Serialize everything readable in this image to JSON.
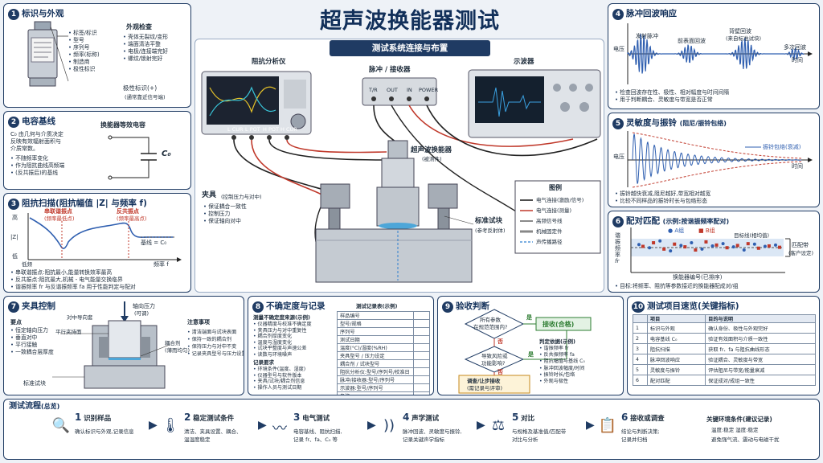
{
  "title": "超声波换能器测试",
  "center": {
    "banner": "测试系统连接与布置",
    "analyzer": "阻抗分析仪",
    "pulser": "脉冲 / 接收器",
    "scope": "示波器",
    "transducer": "超声波换能器",
    "transducer_sub": "(被测件)",
    "fixture": "夹具",
    "fixture_sub": "(控制压力与对中)",
    "fixture_items": [
      "保证耦合一致性",
      "控制压力",
      "保证轴向对中"
    ],
    "block": "标准试块",
    "block_sub": "(参考反射体)",
    "legend_title": "图例",
    "legend": [
      "电气连接(激励/信号)",
      "电气连接(测量)",
      "高频信号线",
      "机械固定件",
      "声传播路径"
    ],
    "ports_analyzer": [
      "L CUR",
      "L POT",
      "H POT",
      "H CUR"
    ],
    "ports_pulser": [
      "T/R",
      "OUT",
      "IN",
      "POWER"
    ]
  },
  "p1": {
    "title": "标识与外观",
    "labels": [
      "标签/标识",
      "型号",
      "序列号",
      "频率(标称)",
      "制造商",
      "极性标识"
    ],
    "check_title": "外观检查",
    "checks": [
      "壳体无裂纹/变形",
      "端面清洁平整",
      "电极/连接端完好",
      "螺纹/锁射完好"
    ],
    "polarity": "极性标识(+)",
    "polarity_sub": "(通常靠近信号端)"
  },
  "p2": {
    "title": "电容基线",
    "desc": [
      "C₀ 由几何与介质决定",
      "反映有效辐射面积与",
      "介质常数。"
    ],
    "items": [
      "不随频率变化",
      "作为阻抗曲线高频端",
      "(反共振后)的基线"
    ],
    "circuit_title": "换能器等效电容",
    "c0": "C₀"
  },
  "p3": {
    "title": "阻抗扫描(阻抗幅值 |Z| 与频率 f)",
    "series": "串联谐振点",
    "series_sub": "(频率最低点)",
    "parallel": "反共振点",
    "parallel_sub": "(频率最高点)",
    "ylabel": "|Z|",
    "high": "高",
    "low": "低",
    "xlabel": "频率 f",
    "baseline": "基线 = C₀",
    "lowfreq": "低频",
    "notes": [
      "串联谐振点:阻抗最小,能量转换效率最高",
      "反共振点:阻抗最大,机械 - 电气能量交换临界",
      "谐振频率 fr 与反谐振频率 fa 用于性能判定与配对"
    ]
  },
  "p4": {
    "title": "脉冲回波响应",
    "ylabel": "电压",
    "xlabel": "时间",
    "labels": [
      "发射脉冲",
      "前表面回波",
      "背壁回波",
      "(来自标准试块)",
      "多次回波"
    ],
    "notes": [
      "检查回波存在性、极性、相对幅度与时间间隔",
      "用于判断耦合、灵敏度与带宽是否正常"
    ]
  },
  "p5": {
    "title": "灵敏度与振铃",
    "title_sub": "(阻尼/振铃包络)",
    "ylabel": "电压",
    "xlabel": "时间",
    "envelope": "振铃包络(衰减)",
    "notes": [
      "振铃越快衰减,阻尼越好,带宽相对越宽",
      "比较不同样品的振铃时长与包络形态"
    ]
  },
  "p6": {
    "title": "配对匹配",
    "title_sub": "(示例:按谐振频率配对)",
    "ylabel": [
      "谐",
      "振",
      "频",
      "率"
    ],
    "ylabel_sym": "fr",
    "group_a": "A组",
    "group_b": "B组",
    "target": "目标线(相均值)",
    "band": "匹配带",
    "band_sub": "(客户设定)",
    "xlabel": "换能器编号(已排序)",
    "note": "目标:将频率、阻抗等参数接近的换能器配成对/组",
    "pairs": [
      {
        "a": 0.62,
        "b": 0.58
      },
      {
        "a": 0.55,
        "b": 0.66
      },
      {
        "a": 0.7,
        "b": 0.52
      },
      {
        "a": 0.48,
        "b": 0.63
      },
      {
        "a": 0.6,
        "b": 0.57
      },
      {
        "a": 0.66,
        "b": 0.5
      },
      {
        "a": 0.52,
        "b": 0.68
      },
      {
        "a": 0.59,
        "b": 0.61
      },
      {
        "a": 0.64,
        "b": 0.55
      },
      {
        "a": 0.57,
        "b": 0.6
      },
      {
        "a": 0.5,
        "b": 0.64
      },
      {
        "a": 0.63,
        "b": 0.54
      },
      {
        "a": 0.58,
        "b": 0.59
      },
      {
        "a": 0.61,
        "b": 0.56
      }
    ]
  },
  "p7": {
    "title": "夹具控制",
    "force": "轴向压力",
    "force_sub": "(可调)",
    "center": "对中导向套",
    "points_title": "要点",
    "points": [
      "恒定轴向压力",
      "垂直对中",
      "平行接触",
      "一致耦合层厚度"
    ],
    "clamp": "平行夹持面",
    "couplant": "耦合剂",
    "couplant_sub": "(薄而均匀)",
    "block": "标准试块",
    "caution_title": "注意事项",
    "cautions": [
      "清洁端面与试块表面",
      "保持一致的耦合剂",
      "保持压力与对中不变",
      "记录夹具型号与压力设置"
    ]
  },
  "p8": {
    "title": "不确定度与记录",
    "src_title": "测量不确定度来源(示例)",
    "sources": [
      "仪器精度与校准不确定度",
      "夹具压力与对中重复性",
      "耦合剂厚度变化",
      "温度与湿度变化",
      "试块平整度与声速公差",
      "读数与环境噪声"
    ],
    "rec_title": "记录要求",
    "records": [
      "环境条件(温度、湿度)",
      "仪器型号与软件版本",
      "夹具/试块/耦合剂信息",
      "操作人员与测试日期"
    ],
    "table_title": "测试记录表(示例)",
    "table": [
      {
        "k": "样品编号",
        "v": ""
      },
      {
        "k": "型号/规格",
        "v": ""
      },
      {
        "k": "序列号",
        "v": ""
      },
      {
        "k": "测试日期",
        "v": ""
      },
      {
        "k": "温度(°C)/湿度(%RH)",
        "v": ""
      },
      {
        "k": "夹具型号 / 压力设定",
        "v": ""
      },
      {
        "k": "耦合剂 / 试块型号",
        "v": ""
      },
      {
        "k": "阻抗分析仪:型号/序列号/校准日",
        "v": ""
      },
      {
        "k": "脉冲/接收器:型号/序列号",
        "v": ""
      },
      {
        "k": "示波器:型号/序列号",
        "v": ""
      },
      {
        "k": "备注",
        "v": ""
      }
    ]
  },
  "p9": {
    "title": "验收判断",
    "q1": "所有参数",
    "q1b": "在规范范围内?",
    "yes": "是",
    "no": "否",
    "accept": "接收(合格)",
    "q2": "导致风险或",
    "q2b": "功能影响?",
    "reject": "调查/让步接收",
    "reject_sub": "(需记录与评审)",
    "basis_title": "判定依据(示例)",
    "basis": [
      "谐振频率 fr",
      "反共振频率 fa",
      "阻抗幅值与基线 C₀",
      "脉冲回波幅度/时间",
      "振铃时长/包络",
      "外观与极性"
    ]
  },
  "p10": {
    "title": "测试项目速览(关键指标)",
    "head": [
      "项目",
      "目的与说明"
    ],
    "rows": [
      {
        "n": "1",
        "item": "标识与外观",
        "desc": "确认身份、极性与外观完好"
      },
      {
        "n": "2",
        "item": "电容基线 C₀",
        "desc": "验证有效面积与介质一致性"
      },
      {
        "n": "3",
        "item": "阻抗扫描",
        "desc": "获取 fr、fa 与阻抗曲线形态"
      },
      {
        "n": "4",
        "item": "脉冲回波响应",
        "desc": "验证耦合、灵敏度与带宽"
      },
      {
        "n": "5",
        "item": "灵敏度与振铃",
        "desc": "评估阻尼与带宽/能量衰减"
      },
      {
        "n": "6",
        "item": "配对匹配",
        "desc": "保证成对/成组一致性"
      }
    ]
  },
  "flow": {
    "title": "测试流程",
    "title_sub": "(总览)",
    "steps": [
      {
        "n": "1",
        "t": "识别样品",
        "d": "确认标识与外观,记录信息",
        "d2": ""
      },
      {
        "n": "2",
        "t": "稳定测试条件",
        "d": "清洁、夹具设置、耦合、",
        "d2": "温湿度稳定"
      },
      {
        "n": "3",
        "t": "电气测试",
        "d": "电容基线、阻抗扫描,",
        "d2": "记录 fr、fa、C₀ 等"
      },
      {
        "n": "4",
        "t": "声学测试",
        "d": "脉冲回波、灵敏度与振铃,",
        "d2": "记录关键声学指标"
      },
      {
        "n": "5",
        "t": "对比",
        "d": "与规格及基准值/匹配带",
        "d2": "对比与分析"
      },
      {
        "n": "6",
        "t": "接收或调查",
        "d": "结论与判断决策;",
        "d2": "记录并归档"
      }
    ],
    "env_title": "关键环境条件(建议记录)",
    "env": [
      "温度:稳定    湿度:稳定",
      "避免强气流、震动与电磁干扰"
    ]
  }
}
